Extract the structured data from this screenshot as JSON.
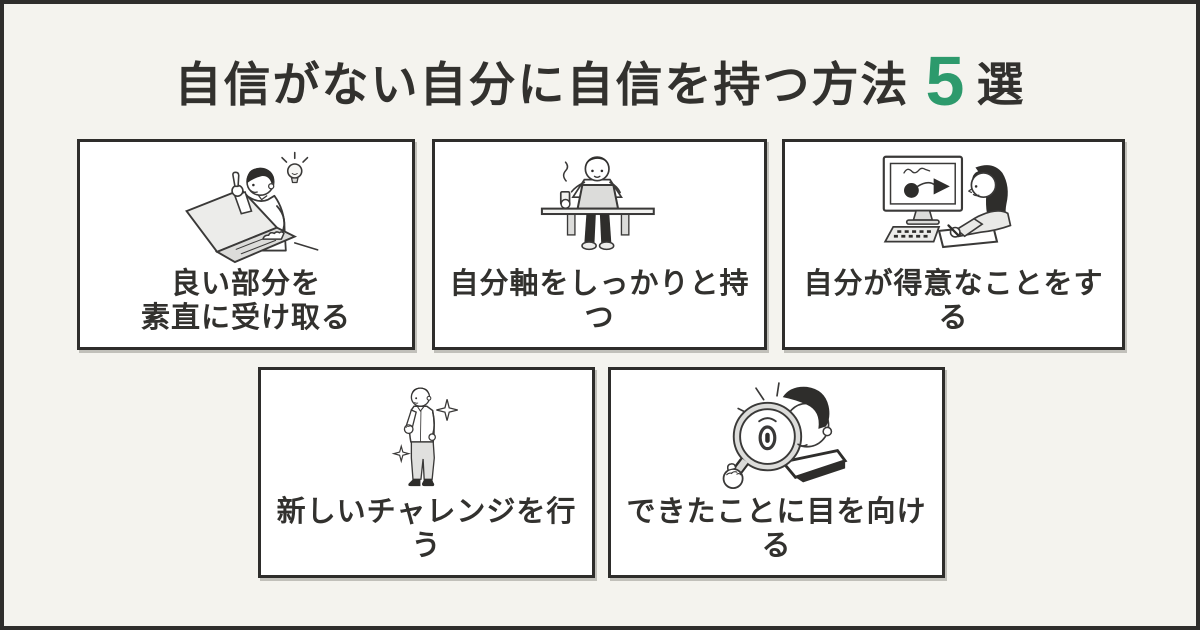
{
  "theme": {
    "background": "#f4f3ee",
    "frame_border": "#2e2d2b",
    "card_background": "#ffffff",
    "text_color": "#32312e",
    "accent_green": "#2d9a6c"
  },
  "title": {
    "prefix": "自信がない自分に自信を持つ方法",
    "count": "5",
    "suffix": "選"
  },
  "cards": [
    {
      "illustration": "person-pointing-up-with-lightbulb-and-laptop",
      "label_lines": [
        "良い部分を",
        "素直に受け取る"
      ]
    },
    {
      "illustration": "person-sitting-at-desk-with-laptop-and-coffee",
      "label_lines": [
        "自分軸をしっかりと持つ"
      ]
    },
    {
      "illustration": "woman-drawing-at-computer-monitor",
      "label_lines": [
        "自分が得意なことをする"
      ]
    },
    {
      "illustration": "person-standing-with-sparkles",
      "label_lines": [
        "新しいチャレンジを行う"
      ]
    },
    {
      "illustration": "boy-looking-through-magnifying-glass",
      "label_lines": [
        "できたことに目を向ける"
      ]
    }
  ]
}
